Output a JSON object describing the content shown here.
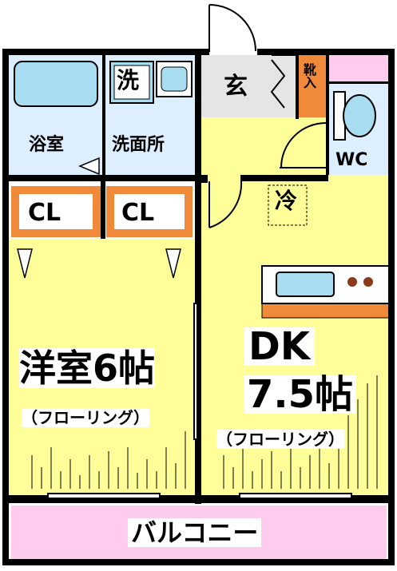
{
  "floorplan": {
    "rooms": {
      "bath": "浴室",
      "washroom": "洗面所",
      "washer": "洗",
      "entrance": "玄",
      "shoe_storage": "靴入",
      "toilet": "WC",
      "closet_1": "CL",
      "closet_2": "CL",
      "fridge": "冷",
      "western_room": "洋室6帖",
      "western_floor": "（フローリング）",
      "dk_name": "DK",
      "dk_size": "7.5帖",
      "dk_floor": "（フローリング）",
      "balcony": "バルコニー"
    },
    "colors": {
      "wall": "#000000",
      "floor_room": "#ffff99",
      "floor_wet": "#ddeeff",
      "floor_entrance": "#e5e5e5",
      "closet": "#f08a3a",
      "balcony": "#ffccee",
      "fixture": "#a8dcf0",
      "shoe_box": "#f08a3a",
      "kitchen_counter": "#f08a3a"
    }
  }
}
